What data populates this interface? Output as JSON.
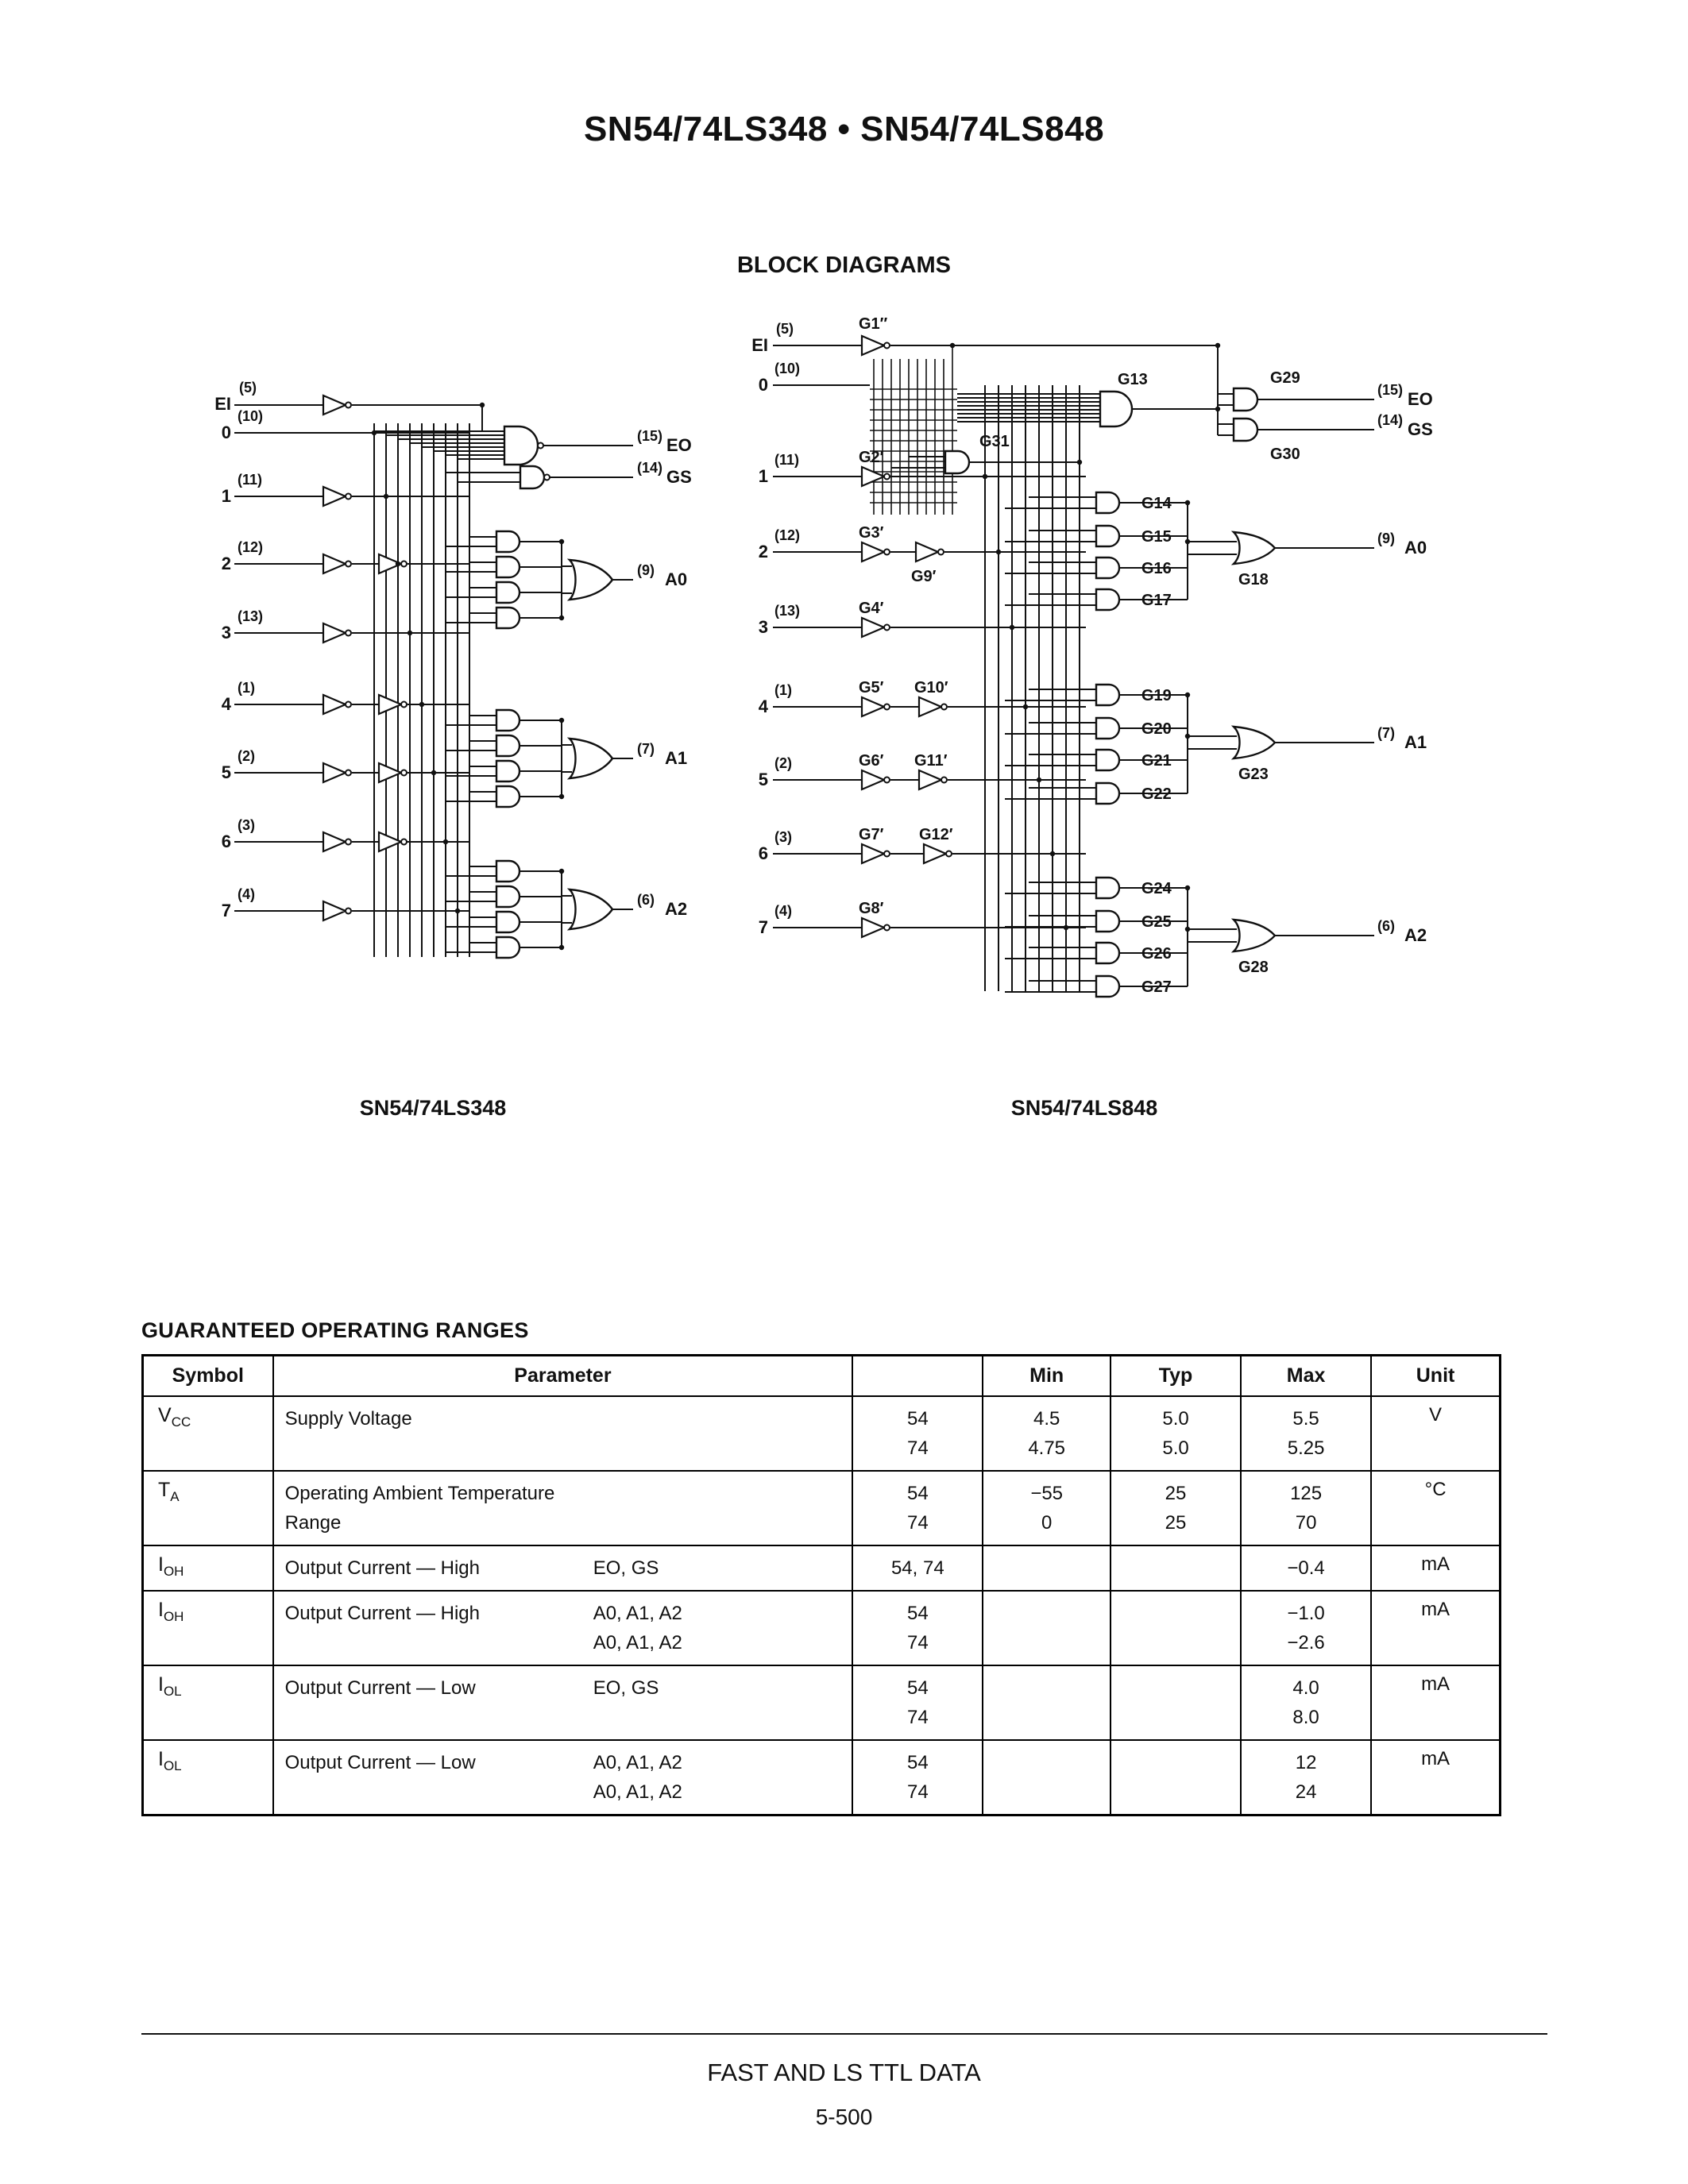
{
  "page": {
    "title": "SN54/74LS348 • SN54/74LS848",
    "section_title": "BLOCK DIAGRAMS",
    "footer_line1": "FAST AND LS TTL DATA",
    "footer_line2": "5-500"
  },
  "diagrams": {
    "ls348": {
      "caption": "SN54/74LS348",
      "inputs": [
        {
          "label": "EI",
          "pin": "(5)"
        },
        {
          "label": "0",
          "pin": "(10)"
        },
        {
          "label": "1",
          "pin": "(11)"
        },
        {
          "label": "2",
          "pin": "(12)"
        },
        {
          "label": "3",
          "pin": "(13)"
        },
        {
          "label": "4",
          "pin": "(1)"
        },
        {
          "label": "5",
          "pin": "(2)"
        },
        {
          "label": "6",
          "pin": "(3)"
        },
        {
          "label": "7",
          "pin": "(4)"
        }
      ],
      "outputs": [
        {
          "pin": "(15)",
          "label": "EO"
        },
        {
          "pin": "(14)",
          "label": "GS"
        },
        {
          "pin": "(9)",
          "label": "A0"
        },
        {
          "pin": "(7)",
          "label": "A1"
        },
        {
          "pin": "(6)",
          "label": "A2"
        }
      ]
    },
    "ls848": {
      "caption": "SN54/74LS848",
      "inputs": [
        {
          "label": "EI",
          "pin": "(5)"
        },
        {
          "label": "0",
          "pin": "(10)"
        },
        {
          "label": "1",
          "pin": "(11)"
        },
        {
          "label": "2",
          "pin": "(12)"
        },
        {
          "label": "3",
          "pin": "(13)"
        },
        {
          "label": "4",
          "pin": "(1)"
        },
        {
          "label": "5",
          "pin": "(2)"
        },
        {
          "label": "6",
          "pin": "(3)"
        },
        {
          "label": "7",
          "pin": "(4)"
        }
      ],
      "outputs": [
        {
          "pin": "(15)",
          "label": "EO"
        },
        {
          "pin": "(14)",
          "label": "GS"
        },
        {
          "pin": "(9)",
          "label": "A0"
        },
        {
          "pin": "(7)",
          "label": "A1"
        },
        {
          "pin": "(6)",
          "label": "A2"
        }
      ],
      "gates": {
        "g1": "G1″",
        "g2": "G2′",
        "g3": "G3′",
        "g4": "G4′",
        "g5": "G5′",
        "g6": "G6′",
        "g7": "G7′",
        "g8": "G8′",
        "g9": "G9′",
        "g10": "G10′",
        "g11": "G11′",
        "g12": "G12′",
        "g13": "G13",
        "g14": "G14",
        "g15": "G15",
        "g16": "G16",
        "g17": "G17",
        "g18": "G18",
        "g19": "G19",
        "g20": "G20",
        "g21": "G21",
        "g22": "G22",
        "g23": "G23",
        "g24": "G24",
        "g25": "G25",
        "g26": "G26",
        "g27": "G27",
        "g28": "G28",
        "g29": "G29",
        "g30": "G30",
        "g31": "G31"
      }
    }
  },
  "table": {
    "title": "GUARANTEED OPERATING RANGES",
    "headers": {
      "symbol": "Symbol",
      "parameter": "Parameter",
      "device": "",
      "min": "Min",
      "typ": "Typ",
      "max": "Max",
      "unit": "Unit"
    },
    "rows": [
      {
        "symbol": {
          "base": "V",
          "sub": "CC"
        },
        "parameter": "Supply Voltage",
        "signals": [],
        "device": [
          "54",
          "74"
        ],
        "min": [
          "4.5",
          "4.75"
        ],
        "typ": [
          "5.0",
          "5.0"
        ],
        "max": [
          "5.5",
          "5.25"
        ],
        "unit": "V"
      },
      {
        "symbol": {
          "base": "T",
          "sub": "A"
        },
        "parameter": "Operating Ambient Temperature Range",
        "signals": [],
        "device": [
          "54",
          "74"
        ],
        "min": [
          "−55",
          "0"
        ],
        "typ": [
          "25",
          "25"
        ],
        "max": [
          "125",
          "70"
        ],
        "unit": "°C"
      },
      {
        "symbol": {
          "base": "I",
          "sub": "OH"
        },
        "parameter": "Output Current — High",
        "signals": [
          "EO, GS"
        ],
        "device": [
          "54, 74"
        ],
        "min": [],
        "typ": [],
        "max": [
          "−0.4"
        ],
        "unit": "mA"
      },
      {
        "symbol": {
          "base": "I",
          "sub": "OH"
        },
        "parameter": "Output Current — High",
        "signals": [
          "A0, A1, A2",
          "A0, A1, A2"
        ],
        "device": [
          "54",
          "74"
        ],
        "min": [],
        "typ": [],
        "max": [
          "−1.0",
          "−2.6"
        ],
        "unit": "mA"
      },
      {
        "symbol": {
          "base": "I",
          "sub": "OL"
        },
        "parameter": "Output Current — Low",
        "signals": [
          "EO, GS"
        ],
        "device": [
          "54",
          "74"
        ],
        "min": [],
        "typ": [],
        "max": [
          "4.0",
          "8.0"
        ],
        "unit": "mA"
      },
      {
        "symbol": {
          "base": "I",
          "sub": "OL"
        },
        "parameter": "Output Current — Low",
        "signals": [
          "A0, A1, A2",
          "A0, A1, A2"
        ],
        "device": [
          "54",
          "74"
        ],
        "min": [],
        "typ": [],
        "max": [
          "12",
          "24"
        ],
        "unit": "mA"
      }
    ]
  }
}
